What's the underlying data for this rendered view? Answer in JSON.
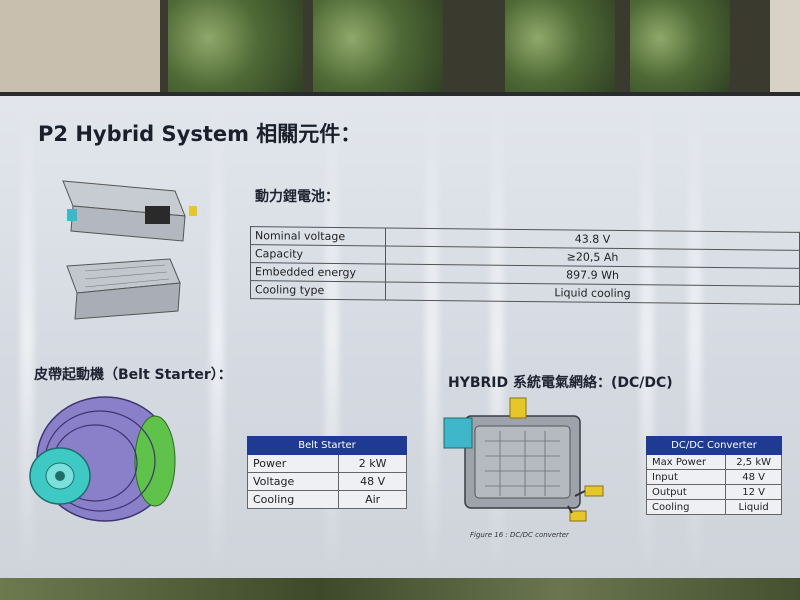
{
  "slide": {
    "title": "P2 Hybrid System 相關元件："
  },
  "battery": {
    "heading": "動力鋰電池：",
    "rows": [
      {
        "label": "Nominal voltage",
        "value": "43.8 V"
      },
      {
        "label": "Capacity",
        "value": "≥20,5 Ah"
      },
      {
        "label": "Embedded energy",
        "value": "897.9 Wh"
      },
      {
        "label": "Cooling type",
        "value": "Liquid cooling"
      }
    ]
  },
  "belt_starter": {
    "heading": "皮帶起動機（Belt Starter）：",
    "table_header": "Belt Starter",
    "rows": [
      {
        "label": "Power",
        "value": "2 kW"
      },
      {
        "label": "Voltage",
        "value": "48 V"
      },
      {
        "label": "Cooling",
        "value": "Air"
      }
    ]
  },
  "dcdc": {
    "heading": "HYBRID 系統電氣網絡：(DC/DC)",
    "table_header": "DC/DC Converter",
    "rows": [
      {
        "label": "Max Power",
        "value": "2,5 kW"
      },
      {
        "label": "Input",
        "value": "48 V"
      },
      {
        "label": "Output",
        "value": "12 V"
      },
      {
        "label": "Cooling",
        "value": "Liquid"
      }
    ],
    "caption": "Figure 16 : DC/DC converter"
  },
  "colors": {
    "table_header_blue": "#1f3a93",
    "screen_bg": "#dde1e8",
    "motor_purple": "#8a7fc9",
    "motor_cyan": "#3ec9c4",
    "motor_green": "#5fc24a",
    "connector_yellow": "#e6c72a"
  }
}
